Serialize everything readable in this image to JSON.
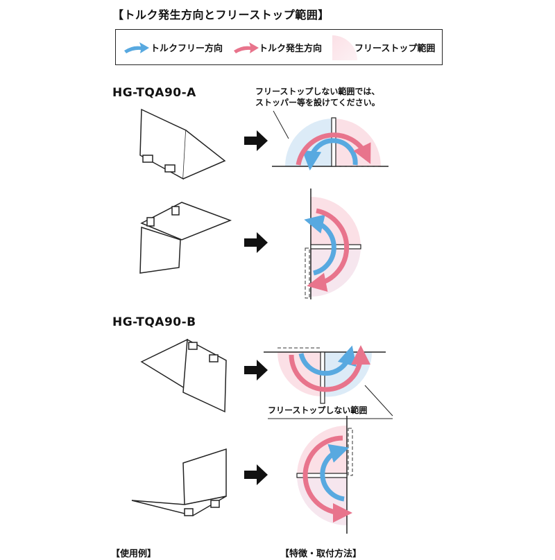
{
  "title": "【トルク発生方向とフリーストップ範囲】",
  "legend": {
    "free_direction": "トルクフリー方向",
    "torque_direction": "トルク発生方向",
    "free_stop_range": "フリーストップ範囲"
  },
  "sections": [
    {
      "title": "HG-TQA90-A",
      "note_line1": "フリーストップしない範囲では、",
      "note_line2": "ストッパー等を設けてください。"
    },
    {
      "title": "HG-TQA90-B",
      "note": "フリーストップしない範囲"
    }
  ],
  "footer": {
    "left": "【使用例】",
    "right": "【特徴・取付方法】"
  },
  "colors": {
    "free_arrow": "#58a9e0",
    "torque_arrow": "#e8748c",
    "free_zone": "#dcebf7",
    "torque_zone": "#fbe0e6",
    "line": "#222222"
  }
}
